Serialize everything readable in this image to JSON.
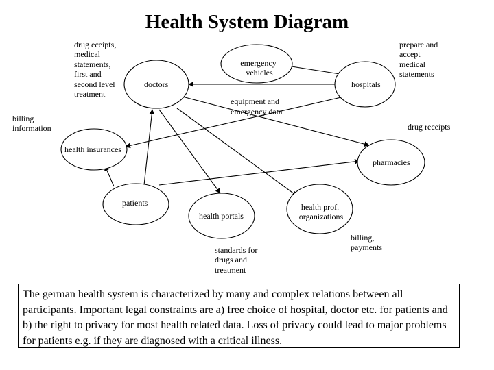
{
  "title": "Health System Diagram",
  "nodes": {
    "doctors": "doctors",
    "emergency_vehicles": [
      "emergency",
      "vehicles"
    ],
    "hospitals": "hospitals",
    "health_insurances": "health insurances",
    "pharmacies": "pharmacies",
    "patients": "patients",
    "health_portals": "health portals",
    "health_prof_organizations": [
      "health prof.",
      "organizations"
    ]
  },
  "labels": {
    "drug_receipts_left": [
      "drug eceipts,",
      "medical",
      "statements,",
      "first and",
      "second level",
      "treatment"
    ],
    "prepare_accept": [
      "prepare and",
      "accept",
      "medical",
      "statements"
    ],
    "billing_information": [
      "billing",
      "information"
    ],
    "equipment_emergency_data": [
      "equipment and",
      "emergency data"
    ],
    "drug_receipts_right": "drug receipts",
    "standards": [
      "standards for",
      "drugs and",
      "treatment"
    ],
    "billing_payments": [
      "billing,",
      "payments"
    ]
  },
  "caption": "The german health system is characterized by many and complex relations between all participants. Important legal constraints are a) free choice of hospital, doctor etc. for patients and b) the right to privacy for most health related data. Loss of privacy could lead to major problems for patients e.g. if they are diagnosed with a critical illness."
}
